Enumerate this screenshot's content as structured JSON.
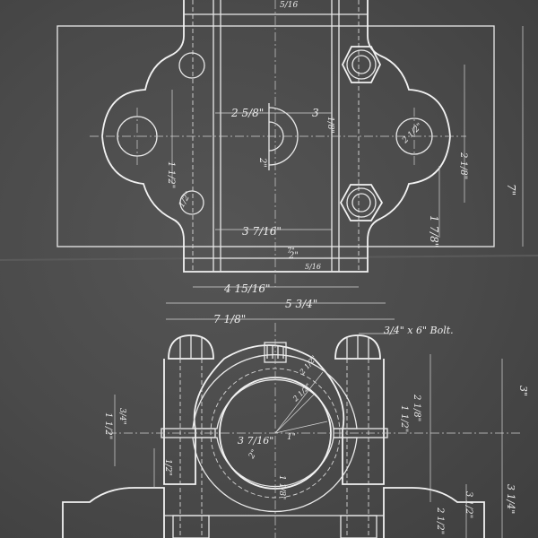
{
  "top_view": {
    "dims": {
      "d1": "5/16",
      "d2": "2 5/8\"",
      "d3": "3",
      "d4": "1/8\"",
      "d5": "3 7/16\"",
      "d6": "2\"",
      "d7": "2\"",
      "d8": "5/16",
      "d9": "4 15/16\"",
      "d10": "5 3/4\"",
      "d11": "1 1/2\"",
      "d12": "1 7/8\"",
      "d13": "1/2\"",
      "d14": "2 1/2\"",
      "d15": "7\"",
      "d16": "2 1/8\"",
      "d17": "7\""
    }
  },
  "front_view": {
    "bolt_note": "3/4\" x 6\" Bolt.",
    "dims": {
      "d1": "7 1/8\"",
      "d2": "3 7/16\"",
      "d3": "2 1/2\"",
      "d4": "2 1/2\"",
      "d5": "1\"",
      "d6": "3\"",
      "d7": "1 1/2\"",
      "d8": "1 1/2\"",
      "d9": "3 1/4\"",
      "d10": "1/2\"",
      "d11": "3/4\"",
      "d12": "2\"",
      "d13": "3 1/2\"",
      "d14": "2 1/8\"",
      "d15": "1 1/8\"",
      "d16": "2 1/2\""
    }
  }
}
